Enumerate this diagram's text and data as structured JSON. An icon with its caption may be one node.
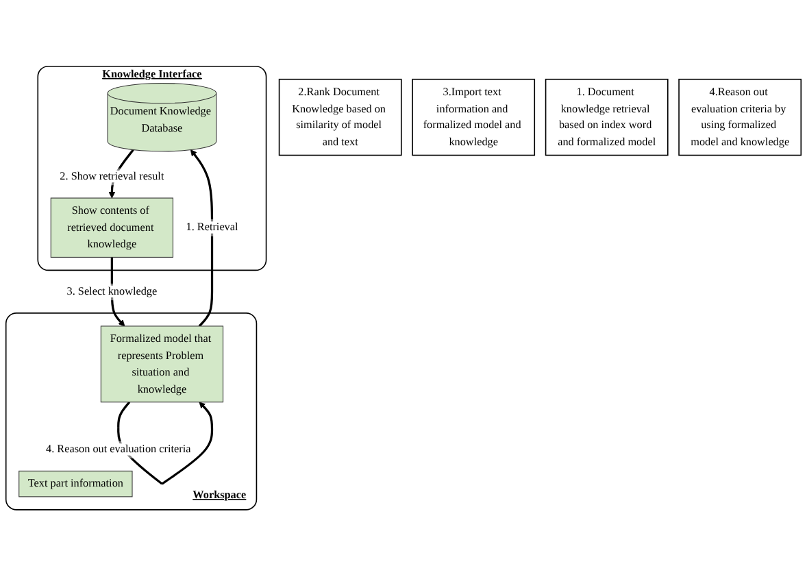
{
  "diagram": {
    "nodes": [
      {
        "text": [
          "2.Rank Document Knowledge based on similarity of model and text"
        ]
      },
      {
        "text": [
          "3.Import text information and formalized model and knowledge"
        ]
      },
      {
        "text": [
          "Knowledge Interface"
        ]
      },
      {
        "text": [
          "Document Knowledge Database"
        ],
        "in": 2
      },
      {
        "text": [
          "Show contents of retrieved document knowledge"
        ],
        "in": 2
      },
      {
        "text": [
          "Workspace"
        ]
      },
      {
        "text": [
          "Formalized model that represents Problem situation and knowledge"
        ],
        "in": 5
      },
      {
        "text": [
          "Text part information"
        ],
        "in": 5
      },
      {
        "text": [
          "1. Document knowledge retrieval based on index word and formalized model"
        ]
      },
      {
        "text": [
          "4.Reason out evaluation criteria by using formalized model and knowledge"
        ]
      }
    ],
    "edges": [
      {
        "from": 6,
        "to": 3,
        "arrow": "to",
        "label": "1. Retrieval"
      },
      {
        "from": 3,
        "to": 4,
        "arrow": "to",
        "label": "2. Show retrieval result"
      },
      {
        "from": 4,
        "to": 6,
        "arrow": "to",
        "label": "3. Select knowledge"
      },
      {
        "from": 6,
        "to": 6,
        "arrow": "to",
        "label": "4. Reason out evaluation criteria"
      }
    ]
  }
}
